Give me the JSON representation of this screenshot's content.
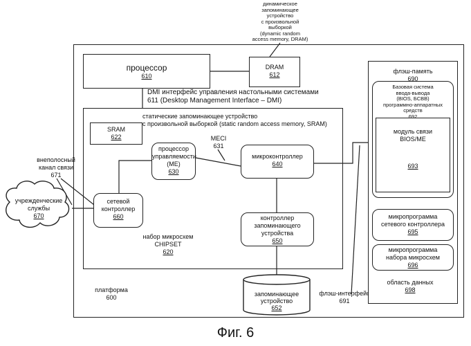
{
  "figure_caption": "Фиг. 6",
  "platform": {
    "label": "платформа",
    "num": "600"
  },
  "dram_note": {
    "lines": [
      "динамическое",
      "запоминающее",
      "устройство",
      "с произвольной",
      "выборкой",
      "(dynamic random",
      "access memory, DRAM)"
    ]
  },
  "processor": {
    "label": "процессор",
    "num": "610"
  },
  "dram": {
    "label": "DRAM",
    "num": "612"
  },
  "dmi": {
    "line1": "DMI интерфейс управления настольными системами",
    "line2": "611 (Desktop Management Interface – DMI)"
  },
  "sram_note": {
    "line1": "статические запоминающее устройство",
    "line2": "с произвольной выборкой (static random access memory, SRAM)"
  },
  "sram": {
    "label": "SRAM",
    "num": "622"
  },
  "me": {
    "line1": "процессор",
    "line2": "управляемости",
    "line3": "(ME)",
    "num": "630"
  },
  "meci": {
    "label": "MECI",
    "num": "631"
  },
  "microcontroller": {
    "label": "микроконтроллер",
    "num": "640"
  },
  "oob": {
    "line1": "внеполосный",
    "line2": "канал связи",
    "num": "671"
  },
  "enterprise": {
    "line1": "учрежденческие",
    "line2": "службы",
    "num": "670"
  },
  "netctrl": {
    "line1": "сетевой",
    "line2": "контроллер",
    "num": "660"
  },
  "storagectrl": {
    "line1": "контроллер",
    "line2": "запоминающего",
    "line3": "устройства",
    "num": "650"
  },
  "chipset": {
    "line1": "набор микросхем",
    "line2": "CHIPSET",
    "num": "620"
  },
  "storage": {
    "line1": "запоминающее",
    "line2": "устройство",
    "num": "652"
  },
  "flash_if": {
    "label": "флэш-интерфейс",
    "num": "691"
  },
  "flash": {
    "label": "флэш-память",
    "num": "690"
  },
  "bios": {
    "lines": [
      "Базовая система",
      "ввода-вывода",
      "(BIOS, БСВВ)",
      "программно-аппаратных",
      "средств"
    ],
    "num": "692"
  },
  "bios_me": {
    "line1": "модуль связи",
    "line2": "BIOS/ME",
    "num": "693"
  },
  "net_fw": {
    "line1": "микропрограмма",
    "line2": "сетевого контроллера",
    "num": "695"
  },
  "chip_fw": {
    "line1": "микропрограмма",
    "line2": "набора микросхем",
    "num": "696"
  },
  "data_area": {
    "label": "область данных",
    "num": "698"
  }
}
